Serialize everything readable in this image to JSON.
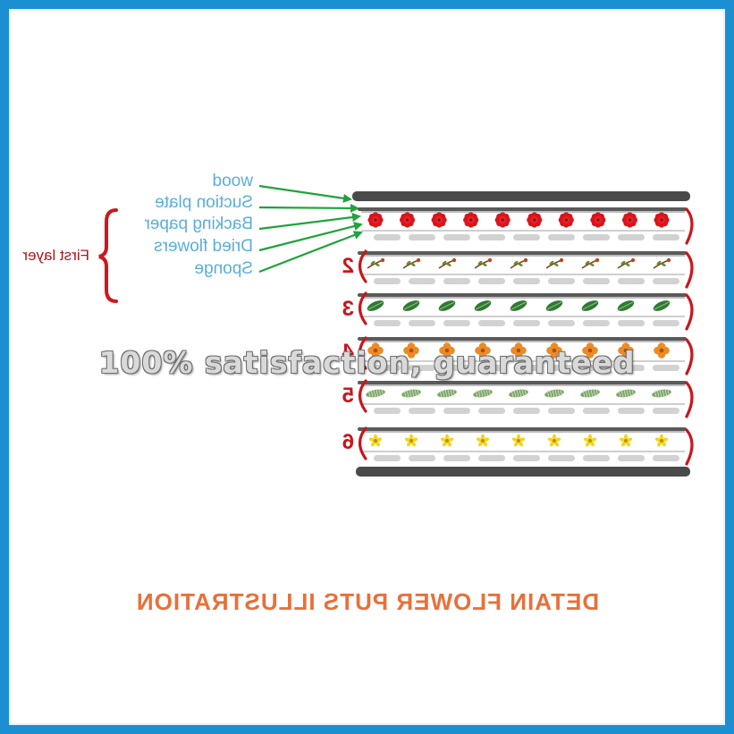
{
  "labels": {
    "wood": "wood",
    "suction_plate": "Suction plate",
    "backing_paper": "Backing paper",
    "dried_flowers": "Dried flowers",
    "sponge": "Sponge",
    "first_layer": "First layer"
  },
  "layer_numbers": [
    "2",
    "3",
    "4",
    "5",
    "6"
  ],
  "caption": "DETAIN FLOWER PUTS ILLUSTRATION",
  "watermark": "100% satisfaction, guaranteed",
  "colors": {
    "frame": "#1b8fd1",
    "label_blue": "#5aaede",
    "arrow_green": "#1fa33a",
    "accent_red": "#c9161c",
    "caption_orange": "#e8703a",
    "board_dark": "#4a4a4a"
  },
  "flower_rows": [
    {
      "icon": "red-flower-icon",
      "count": 10
    },
    {
      "icon": "brown-sprig-icon",
      "count": 9
    },
    {
      "icon": "green-leaf-icon",
      "count": 9
    },
    {
      "icon": "orange-flower-icon",
      "count": 9
    },
    {
      "icon": "fern-leaf-icon",
      "count": 9
    },
    {
      "icon": "yellow-flower-icon",
      "count": 9
    }
  ]
}
